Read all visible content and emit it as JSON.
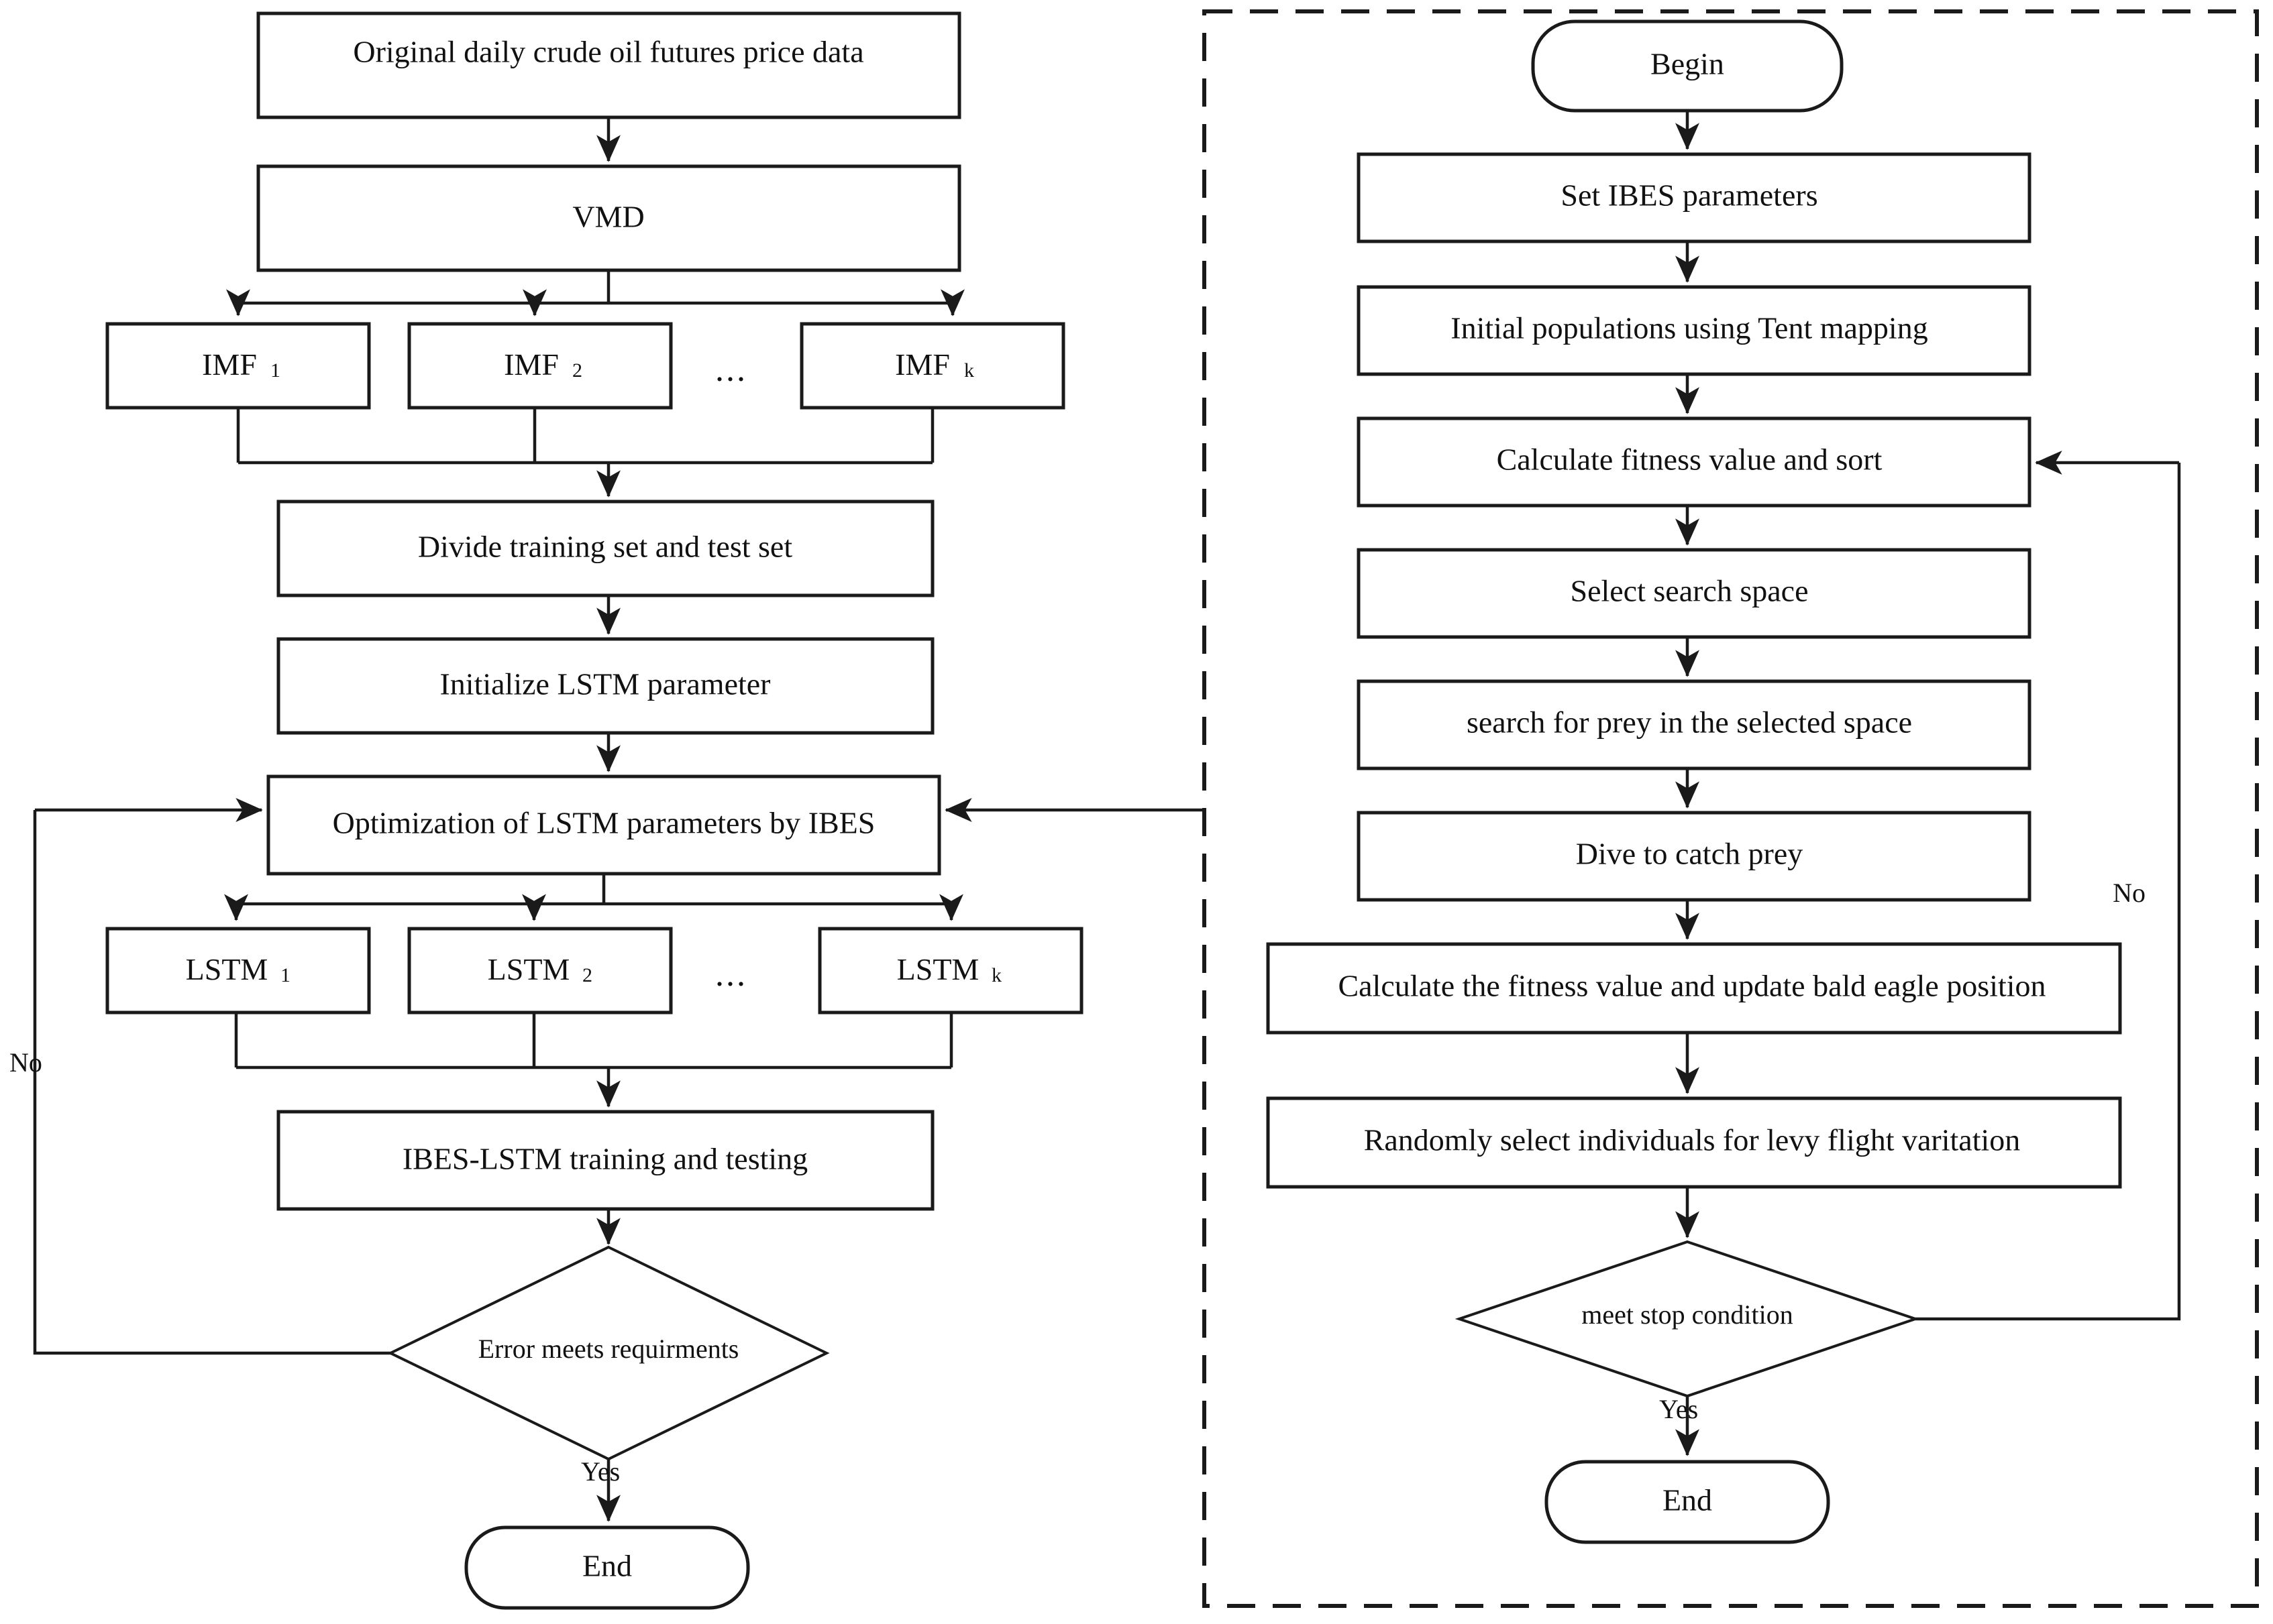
{
  "diagram": {
    "type": "flowchart",
    "title_text": "",
    "colors": {
      "stroke": "#1a1a1a",
      "fill": "#ffffff",
      "text": "#111111"
    },
    "left_panel": {
      "name": "VMD-IBES-LSTM prediction flow",
      "nodes": [
        {
          "id": "orig",
          "shape": "rect",
          "label": "Original daily crude oil futures price data"
        },
        {
          "id": "vmd",
          "shape": "rect",
          "label": "VMD"
        },
        {
          "id": "imf1",
          "shape": "rect",
          "label": "IMF",
          "sub": "1"
        },
        {
          "id": "imf2",
          "shape": "rect",
          "label": "IMF",
          "sub": "2"
        },
        {
          "id": "imfdots",
          "shape": "text",
          "label": "..."
        },
        {
          "id": "imfk",
          "shape": "rect",
          "label": "IMF",
          "sub": "k"
        },
        {
          "id": "divide",
          "shape": "rect",
          "label": "Divide training set and test set"
        },
        {
          "id": "init",
          "shape": "rect",
          "label": "Initialize LSTM parameter"
        },
        {
          "id": "opt",
          "shape": "rect",
          "label": "Optimization of LSTM parameters by IBES"
        },
        {
          "id": "lstm1",
          "shape": "rect",
          "label": "LSTM",
          "sub": "1"
        },
        {
          "id": "lstm2",
          "shape": "rect",
          "label": "LSTM",
          "sub": "2"
        },
        {
          "id": "lstmdots",
          "shape": "text",
          "label": "..."
        },
        {
          "id": "lstmk",
          "shape": "rect",
          "label": "LSTM",
          "sub": "k"
        },
        {
          "id": "train",
          "shape": "rect",
          "label": "IBES-LSTM training and testing"
        },
        {
          "id": "errdec",
          "shape": "diamond",
          "label": "Error meets requirments"
        },
        {
          "id": "end",
          "shape": "rounded",
          "label": "End"
        }
      ],
      "edge_labels": {
        "no": "No",
        "yes": "Yes"
      }
    },
    "right_panel": {
      "name": "IBES algorithm flow",
      "border": "dashed",
      "nodes": [
        {
          "id": "begin",
          "shape": "rounded",
          "label": "Begin"
        },
        {
          "id": "setp",
          "shape": "rect",
          "label": "Set IBES parameters"
        },
        {
          "id": "initpop",
          "shape": "rect",
          "label": "Initial populations using Tent mapping"
        },
        {
          "id": "calcfit",
          "shape": "rect",
          "label": "Calculate fitness value and sort"
        },
        {
          "id": "selspace",
          "shape": "rect",
          "label": "Select search space"
        },
        {
          "id": "prey",
          "shape": "rect",
          "label": "search for prey in the selected space"
        },
        {
          "id": "dive",
          "shape": "rect",
          "label": "Dive to catch prey"
        },
        {
          "id": "calcupd",
          "shape": "rect",
          "label": "Calculate the fitness value and update bald eagle position"
        },
        {
          "id": "levy",
          "shape": "rect",
          "label": "Randomly select individuals for levy flight varitation"
        },
        {
          "id": "stopdec",
          "shape": "diamond",
          "label": "meet stop condition"
        },
        {
          "id": "rend",
          "shape": "rounded",
          "label": "End"
        }
      ],
      "edge_labels": {
        "no": "No",
        "yes": "Yes"
      }
    }
  }
}
